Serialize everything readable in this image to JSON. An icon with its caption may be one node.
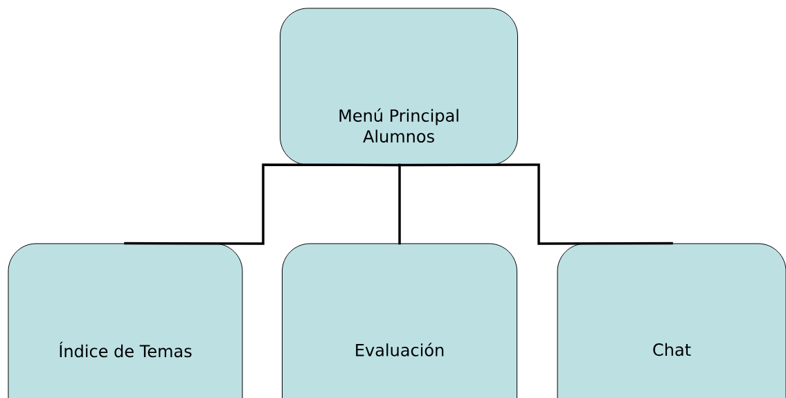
{
  "diagram": {
    "nodes": [
      {
        "text": [
          "Menú Principal Alumnos"
        ]
      },
      {
        "text": [
          "Índice de Temas"
        ]
      },
      {
        "text": [
          "Evaluación"
        ]
      },
      {
        "text": [
          "Chat"
        ]
      }
    ],
    "edges": [
      {
        "from": 0,
        "to": 1,
        "arrow": "none"
      },
      {
        "from": 0,
        "to": 2,
        "arrow": "none"
      },
      {
        "from": 0,
        "to": 3,
        "arrow": "none"
      }
    ]
  }
}
